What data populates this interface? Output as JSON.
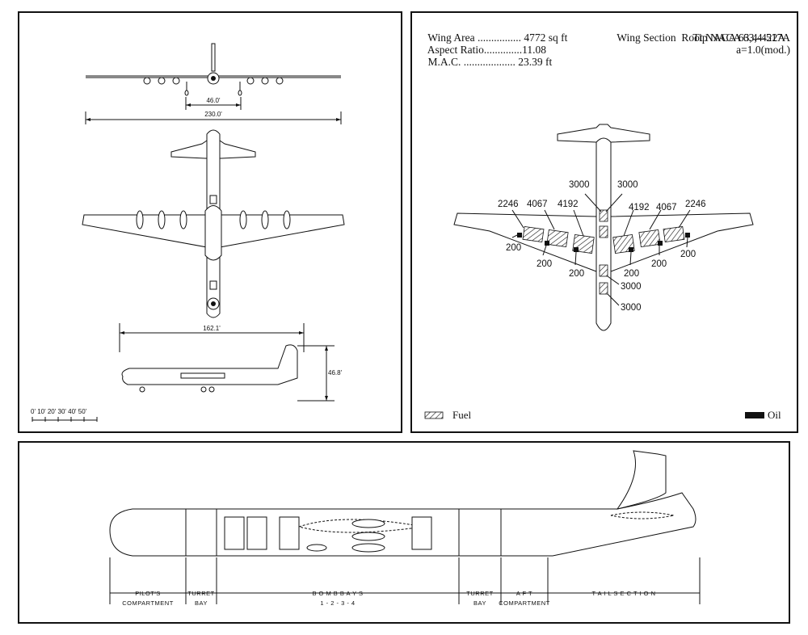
{
  "specs": {
    "wing_area_label": "Wing Area ................",
    "wing_area_value": "4772 sq ft",
    "aspect_ratio_label": "Aspect Ratio..............",
    "aspect_ratio_value": "11.08",
    "mac_label": "M.A.C. ...................",
    "mac_value": "23.39 ft",
    "wing_section_label": "Wing Section",
    "root_section": "Root NACA 63,4-422A",
    "tip_section": "Tip NACA 63,4-517A",
    "mean_line": "a=1.0(mod.)"
  },
  "dimensions": {
    "tread": "46.0'",
    "span": "230.0'",
    "length": "162.1'",
    "height": "46.8'"
  },
  "scale_label": "0' 10' 20' 30' 40' 50'",
  "tank_capacities": {
    "fuel_left": [
      "2246",
      "4067",
      "4192"
    ],
    "fuel_right": [
      "4192",
      "4067",
      "2246"
    ],
    "center_top_left": "3000",
    "center_top_right": "3000",
    "oil": [
      "200",
      "200",
      "200",
      "200",
      "200",
      "200"
    ],
    "fuselage_aft": [
      "3000",
      "3000"
    ]
  },
  "legend": {
    "fuel": "Fuel",
    "oil": "Oil"
  },
  "sections": {
    "pilot_1": "PILOT'S",
    "pilot_2": "COMPARTMENT",
    "turret_1": "TURRET",
    "turret_2": "BAY",
    "bomb_1": "B O M B   B A Y S",
    "bomb_2": "1  -  2  -  3  -  4",
    "turret2_1": "TURRET",
    "turret2_2": "BAY",
    "aft_1": "A F T",
    "aft_2": "COMPARTMENT",
    "tail": "T A I L   S E C T I O N"
  }
}
